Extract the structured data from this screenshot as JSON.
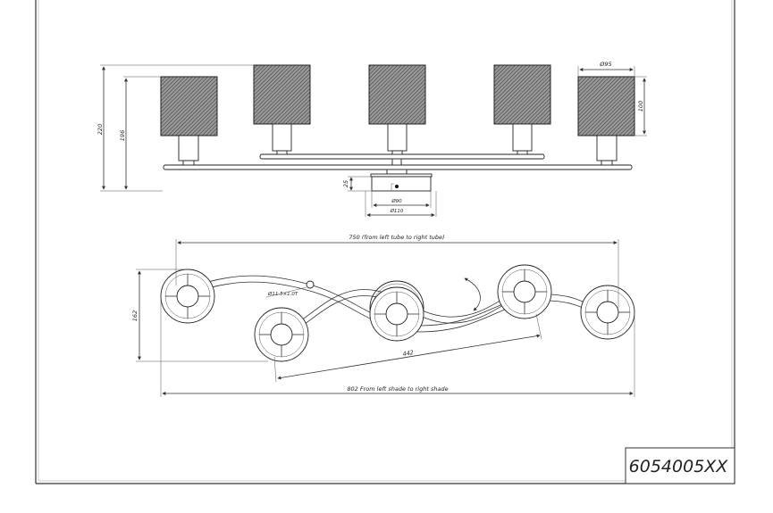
{
  "drawing": {
    "model_number": "6054005XX",
    "front_view": {
      "dim_total_height": "220",
      "dim_height": "196",
      "dim_shade_diameter": "Ø95",
      "dim_shade_height": "100",
      "dim_canopy_height": "25",
      "dim_canopy_inner": "Ø90",
      "dim_canopy_outer": "Ø110"
    },
    "top_view": {
      "dim_tube_span": "750 (from left tube to right tube)",
      "dim_depth": "162",
      "dim_tube": "Ø11.5×1.0T",
      "dim_diagonal": "442",
      "dim_shade_span": "802 From left shade to right shade"
    }
  },
  "colors": {
    "line": "#333333",
    "background": "#ffffff"
  }
}
